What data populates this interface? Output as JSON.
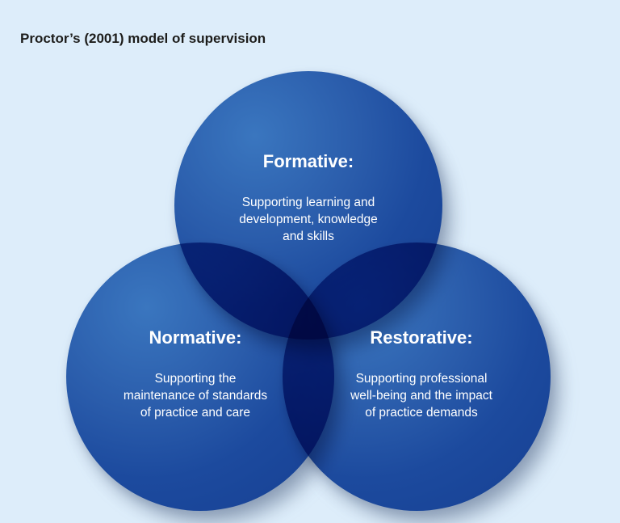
{
  "title": "Proctor’s (2001) model of supervision",
  "colors": {
    "background": "#ddedfa",
    "circle_highlight": "#3a76bf",
    "circle_base": "#1c4a9e",
    "circle_edge": "#163f92",
    "overlap_two": "#0e2168",
    "overlap_three": "#081240",
    "circle_text": "#ffffff",
    "title_text": "#1d1d1b",
    "shadow": "#5c6e8e"
  },
  "diagram": {
    "type": "venn-3",
    "circles": [
      {
        "id": "formative",
        "heading": "Formative:",
        "description": "Supporting learning and\ndevelopment, knowledge\nand skills"
      },
      {
        "id": "normative",
        "heading": "Normative:",
        "description": "Supporting the\nmaintenance of standards\nof practice and care"
      },
      {
        "id": "restorative",
        "heading": "Restorative:",
        "description": "Supporting professional\nwell-being and the impact\nof practice demands"
      }
    ]
  }
}
